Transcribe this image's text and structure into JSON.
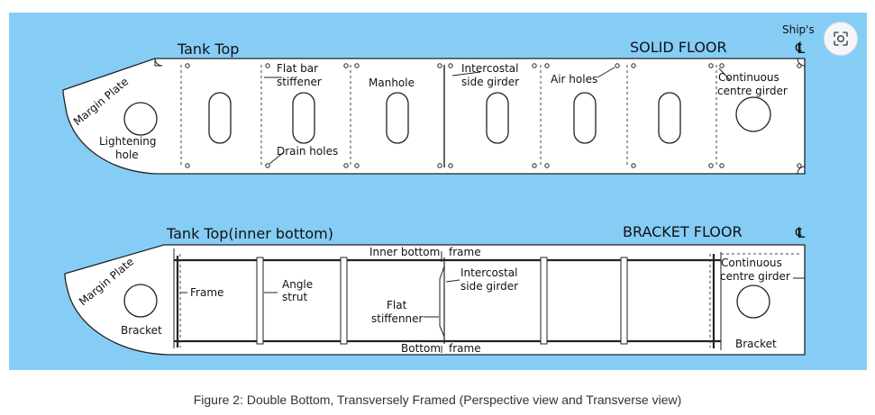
{
  "solid_floor": {
    "title": "SOLID FLOOR",
    "tank_top": "Tank Top",
    "margin_plate": "Margin Plate",
    "lightening_hole": [
      "Lightening",
      "hole"
    ],
    "flat_bar_stiffener": [
      "Flat bar",
      "stiffener"
    ],
    "manhole": "Manhole",
    "intercostal": [
      "Intercostal",
      "side girder"
    ],
    "air_holes": "Air holes",
    "drain_holes": "Drain holes",
    "continuous_centre_girder": [
      "Continuous",
      "centre girder"
    ],
    "ships_cl": "Ship's"
  },
  "bracket_floor": {
    "title": "BRACKET FLOOR",
    "tank_top": "Tank Top(inner bottom)",
    "margin_plate": "Margin Plate",
    "bracket_left": "Bracket",
    "frame": "Frame",
    "angle_strut": [
      "Angle",
      "strut"
    ],
    "inner_bottom_frame": [
      "Inner bottom",
      "frame"
    ],
    "intercostal": [
      "Intercostal",
      "side girder"
    ],
    "flat_stiffener": [
      "Flat",
      "stiffenner"
    ],
    "bottom_frame": [
      "Bottom",
      "frame"
    ],
    "continuous_centre_girder": [
      "Continuous",
      "centre girder"
    ],
    "bracket_right": "Bracket"
  },
  "caption": "Figure 2: Double Bottom, Transversely Framed (Perspective view and Transverse view)",
  "lens_icon": "visual-search-icon",
  "colors": {
    "panel": "#86cdf6",
    "plate": "#ffffff",
    "line": "#222222"
  }
}
